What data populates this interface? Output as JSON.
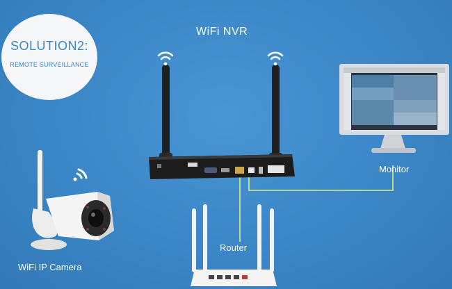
{
  "solution": {
    "title": "SOLUTION2:",
    "subtitle": "REMOTE SURVEILLANCE"
  },
  "devices": {
    "nvr": "WiFi NVR",
    "monitor": "Monitor",
    "router": "Router",
    "camera": "WiFi IP Camera"
  },
  "colors": {
    "background": "#3b86c6",
    "cable": "#d8f07a",
    "circle": "#f4f6f8"
  },
  "icons": [
    "wifi-icon",
    "wifi-icon",
    "wifi-icon"
  ]
}
